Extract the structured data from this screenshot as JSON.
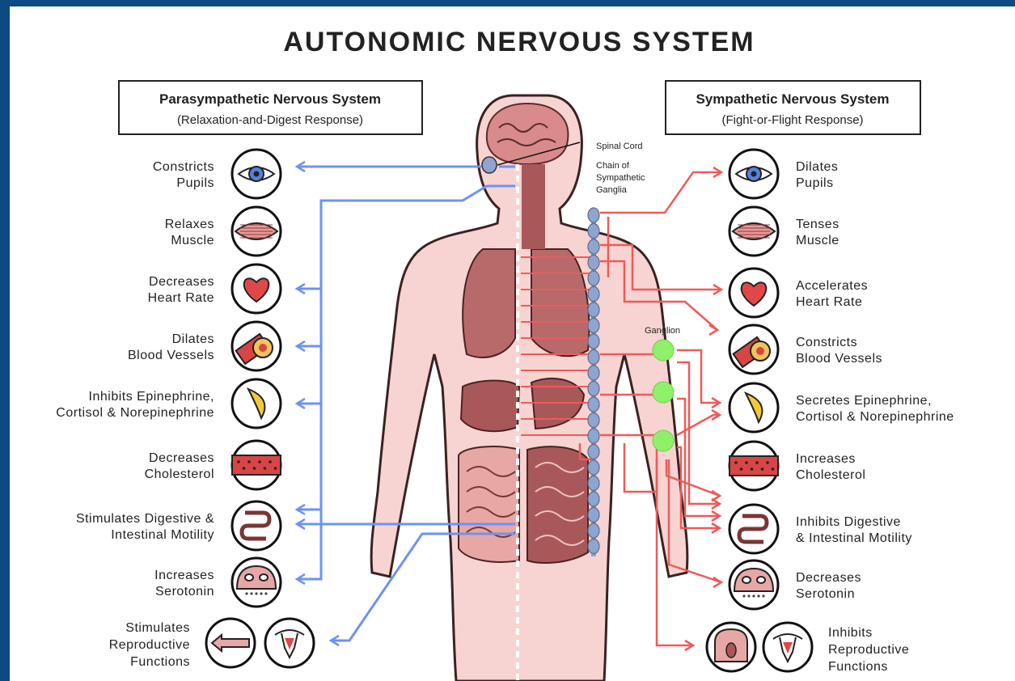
{
  "title": "AUTONOMIC NERVOUS SYSTEM",
  "parasympathetic": {
    "heading": "Parasympathetic Nervous System",
    "subheading": "(Relaxation-and-Digest Response)",
    "color": "#6d93f0",
    "effects": [
      {
        "lines": [
          "Constricts",
          "Pupils"
        ],
        "icon": "eye-icon"
      },
      {
        "lines": [
          "Relaxes",
          "Muscle"
        ],
        "icon": "muscle-icon"
      },
      {
        "lines": [
          "Decreases",
          "Heart Rate"
        ],
        "icon": "heart-icon"
      },
      {
        "lines": [
          "Dilates",
          "Blood Vessels"
        ],
        "icon": "blood-vessel-icon"
      },
      {
        "lines": [
          "Inhibits Epinephrine,",
          "Cortisol & Norepinephrine"
        ],
        "icon": "adrenal-gland-icon"
      },
      {
        "lines": [
          "Decreases",
          "Cholesterol"
        ],
        "icon": "artery-icon"
      },
      {
        "lines": [
          "Stimulates Digestive &",
          "Intestinal Motility"
        ],
        "icon": "intestine-icon"
      },
      {
        "lines": [
          "Increases",
          "Serotonin"
        ],
        "icon": "serotonin-icon"
      },
      {
        "lines": [
          "Stimulates",
          "Reproductive",
          "Functions"
        ],
        "icon": "reproductive-icon"
      }
    ]
  },
  "sympathetic": {
    "heading": "Sympathetic Nervous System",
    "subheading": "(Fight-or-Flight Response)",
    "color": "#ef5a5a",
    "effects": [
      {
        "lines": [
          "Dilates",
          "Pupils"
        ],
        "icon": "eye-icon"
      },
      {
        "lines": [
          "Tenses",
          "Muscle"
        ],
        "icon": "muscle-icon"
      },
      {
        "lines": [
          "Accelerates",
          "Heart Rate"
        ],
        "icon": "heart-icon"
      },
      {
        "lines": [
          "Constricts",
          "Blood Vessels"
        ],
        "icon": "blood-vessel-icon"
      },
      {
        "lines": [
          "Secretes Epinephrine,",
          "Cortisol & Norepinephrine"
        ],
        "icon": "adrenal-gland-icon"
      },
      {
        "lines": [
          "Increases",
          "Cholesterol"
        ],
        "icon": "artery-icon"
      },
      {
        "lines": [
          "Inhibits Digestive",
          "& Intestinal Motility"
        ],
        "icon": "intestine-icon"
      },
      {
        "lines": [
          "Decreases",
          "Serotonin"
        ],
        "icon": "serotonin-icon"
      },
      {
        "lines": [
          "Inhibits",
          "Reproductive",
          "Functions"
        ],
        "icon": "reproductive-icon"
      }
    ]
  },
  "labels": {
    "spinal_cord": "Spinal Cord",
    "chain": [
      "Chain of",
      "Sympathetic",
      "Ganglia"
    ],
    "ganglion": "Ganglion"
  },
  "colors": {
    "frame": "#0b4a82",
    "body": "#f7d4d1",
    "organ": "#a9585a",
    "spine": "#8ea6cf",
    "ganglion": "#8ff06a"
  }
}
